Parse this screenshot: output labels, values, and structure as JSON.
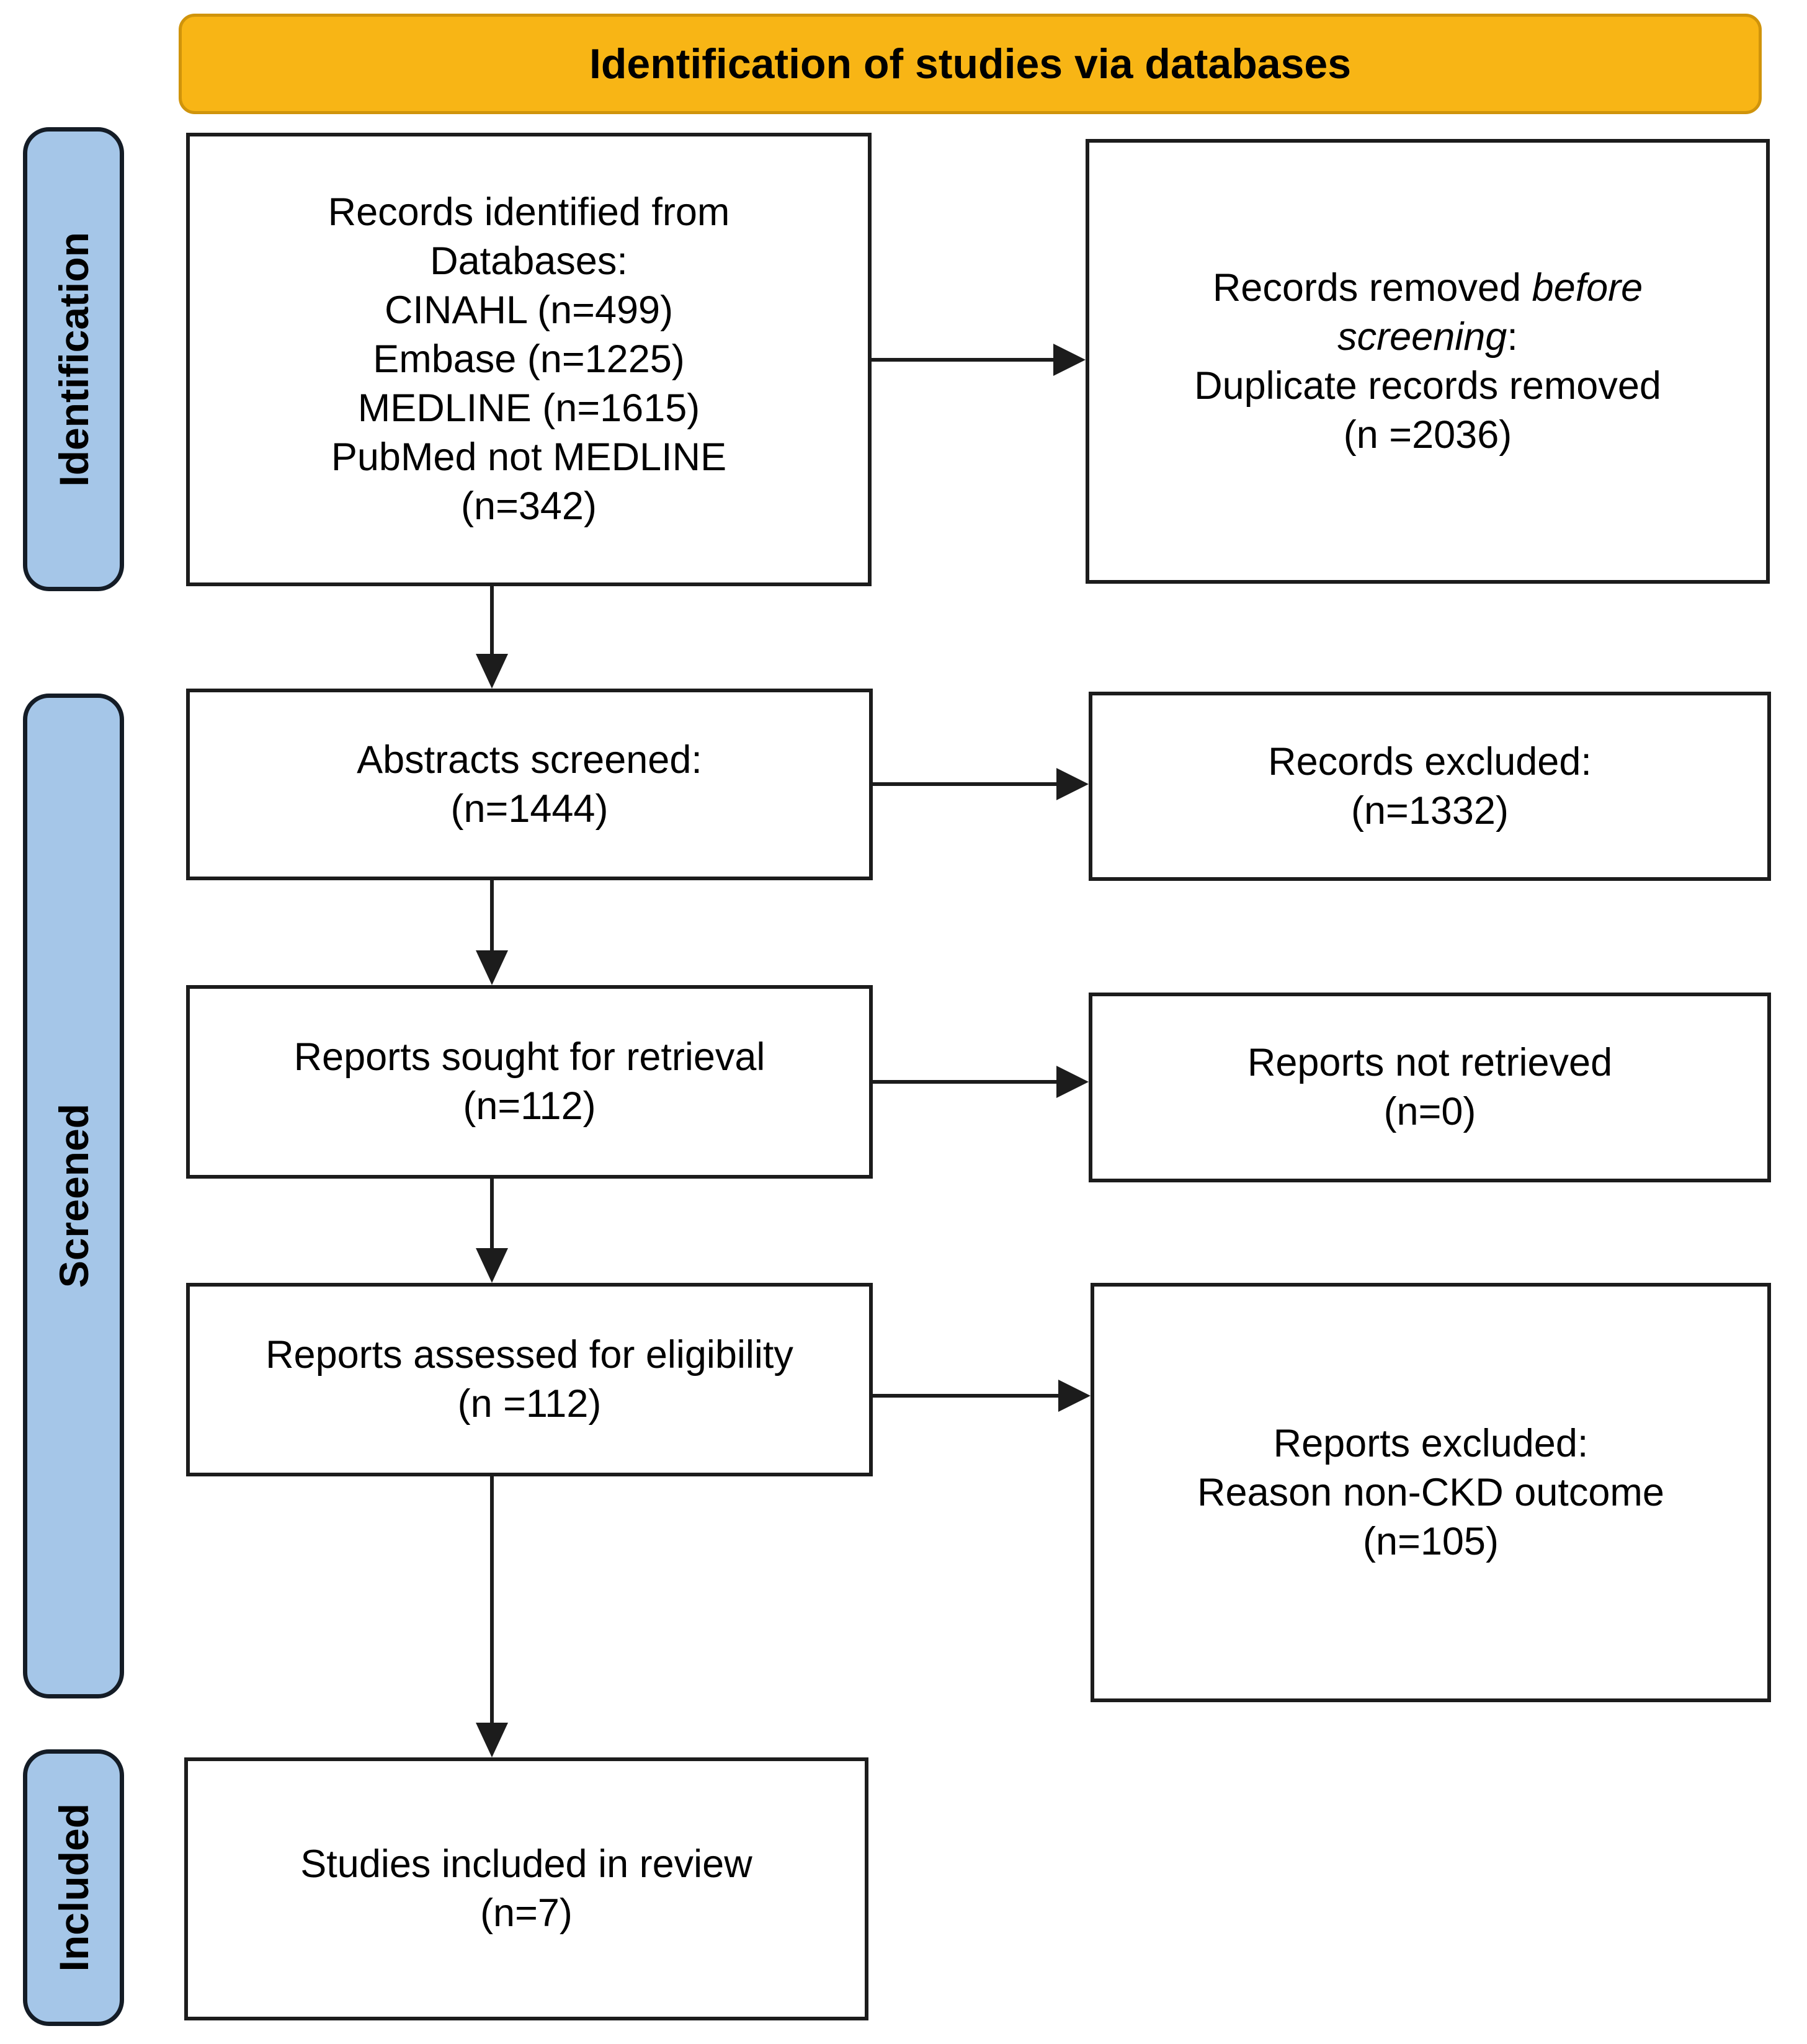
{
  "banner": {
    "text": "Identification of studies via databases"
  },
  "stages": [
    {
      "label": "Identification"
    },
    {
      "label": "Screened"
    },
    {
      "label": "Included"
    }
  ],
  "colors": {
    "banner_bg": "#F8B515",
    "banner_border": "#D0940B",
    "stage_bg": "#A5C6E8",
    "stage_border": "#141C26",
    "box_border": "#1C1C1C",
    "arrow": "#1C1C1C",
    "text": "#000000"
  },
  "boxes": {
    "records_identified": {
      "lines": [
        "Records identified from",
        "Databases:",
        "CINAHL (n=499)",
        "Embase (n=1225)",
        "MEDLINE (n=1615)",
        "PubMed not MEDLINE",
        "(n=342)"
      ]
    },
    "records_removed": {
      "line1_normal": "Records removed ",
      "line1_italic": "before",
      "line2_italic": "screening",
      "line2_normal": ":",
      "line3": "Duplicate records removed",
      "line4": "(n =2036)"
    },
    "abstracts_screened": {
      "lines": [
        "Abstracts screened:",
        "(n=1444)"
      ]
    },
    "records_excluded": {
      "lines": [
        "Records excluded:",
        "(n=1332)"
      ]
    },
    "reports_sought": {
      "lines": [
        "Reports sought for retrieval",
        "(n=112)"
      ]
    },
    "reports_not_retrieved": {
      "lines": [
        "Reports not retrieved",
        "(n=0)"
      ]
    },
    "reports_assessed": {
      "lines": [
        "Reports assessed for eligibility",
        "(n =112)"
      ]
    },
    "reports_excluded": {
      "lines": [
        "Reports excluded:",
        "Reason non-CKD outcome",
        "(n=105)"
      ]
    },
    "studies_included": {
      "lines": [
        "Studies included in review",
        "(n=7)"
      ]
    }
  }
}
